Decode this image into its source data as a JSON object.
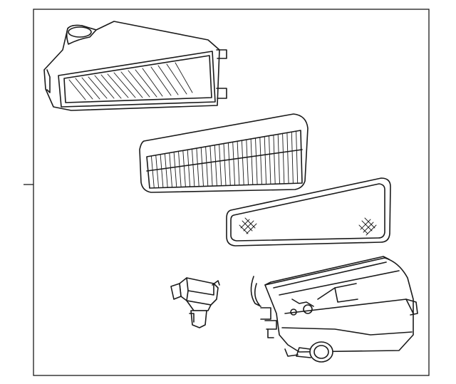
{
  "diagram": {
    "parts": [
      {
        "name": "air-intake-duct",
        "icon": "intake-duct-icon"
      },
      {
        "name": "air-filter-element",
        "icon": "air-filter-icon"
      },
      {
        "name": "filter-gasket-plate",
        "icon": "gasket-plate-icon"
      },
      {
        "name": "mass-airflow-sensor",
        "icon": "maf-sensor-icon"
      },
      {
        "name": "air-cleaner-housing",
        "icon": "air-box-icon"
      }
    ],
    "colors": {
      "line": "#1a1a1a",
      "background": "#ffffff"
    }
  }
}
